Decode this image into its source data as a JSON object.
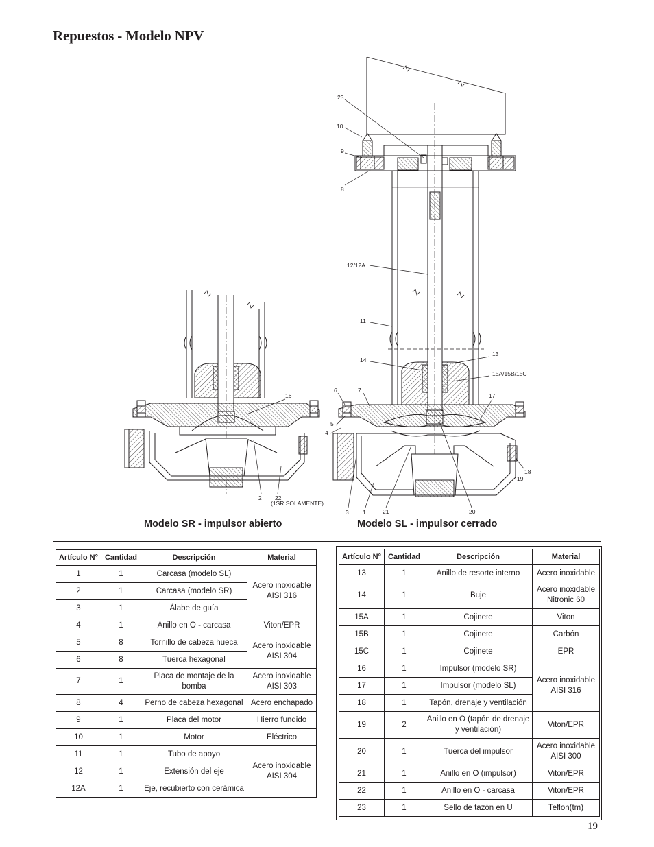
{
  "page": {
    "title": "Repuestos - Modelo NPV",
    "number": "19"
  },
  "captions": {
    "sr": "Modelo SR - impulsor abierto",
    "sl": "Modelo SL - impulsor cerrado"
  },
  "callouts": {
    "c23": "23",
    "c10": "10",
    "c9": "9",
    "c8": "8",
    "c12": "12/12A",
    "c11": "11",
    "c14": "14",
    "c13": "13",
    "c15": "15A/15B/15C",
    "c6": "6",
    "c7": "7",
    "c17": "17",
    "c5": "5",
    "c4": "4",
    "c16": "16",
    "c18": "18",
    "c19": "19",
    "c2": "2",
    "c22": "22",
    "c22note": "(1SR SOLAMENTE)",
    "c3": "3",
    "c1": "1",
    "c21": "21",
    "c20": "20"
  },
  "table_headers": {
    "item": "Artículo N°",
    "qty": "Cantidad",
    "desc": "Descripción",
    "material": "Material"
  },
  "left_table": {
    "rows": [
      {
        "item": "1",
        "qty": "1",
        "desc": "Carcasa (modelo SL)"
      },
      {
        "item": "2",
        "qty": "1",
        "desc": "Carcasa (modelo SR)"
      },
      {
        "item": "3",
        "qty": "1",
        "desc": "Álabe de guía"
      },
      {
        "item": "4",
        "qty": "1",
        "desc": "Anillo en O - carcasa"
      },
      {
        "item": "5",
        "qty": "8",
        "desc": "Tornillo de cabeza hueca"
      },
      {
        "item": "6",
        "qty": "8",
        "desc": "Tuerca hexagonal"
      },
      {
        "item": "7",
        "qty": "1",
        "desc": "Placa de montaje de la bomba"
      },
      {
        "item": "8",
        "qty": "4",
        "desc": "Perno de cabeza hexagonal"
      },
      {
        "item": "9",
        "qty": "1",
        "desc": "Placa del motor"
      },
      {
        "item": "10",
        "qty": "1",
        "desc": "Motor"
      },
      {
        "item": "11",
        "qty": "1",
        "desc": "Tubo de apoyo"
      },
      {
        "item": "12",
        "qty": "1",
        "desc": "Extensión del eje"
      },
      {
        "item": "12A",
        "qty": "1",
        "desc": "Eje, recubierto con cerámica"
      }
    ],
    "materials": {
      "m1": "Acero inoxidable AISI 316",
      "m4": "Viton/EPR",
      "m5": "Acero inoxidable AISI 304",
      "m7": "Acero inoxidable AISI 303",
      "m8": "Acero enchapado",
      "m9": "Hierro fundido",
      "m10": "Eléctrico",
      "m11": "Acero inoxidable AISI 304"
    }
  },
  "right_table": {
    "rows": [
      {
        "item": "13",
        "qty": "1",
        "desc": "Anillo de resorte interno",
        "material": "Acero inoxidable"
      },
      {
        "item": "14",
        "qty": "1",
        "desc": "Buje",
        "material": "Acero inoxidable Nitronic 60"
      },
      {
        "item": "15A",
        "qty": "1",
        "desc": "Cojinete",
        "material": "Viton"
      },
      {
        "item": "15B",
        "qty": "1",
        "desc": "Cojinete",
        "material": "Carbón"
      },
      {
        "item": "15C",
        "qty": "1",
        "desc": "Cojinete",
        "material": "EPR"
      },
      {
        "item": "16",
        "qty": "1",
        "desc": "Impulsor (modelo SR)",
        "material": "Acero inoxidable AISI 316"
      },
      {
        "item": "17",
        "qty": "1",
        "desc": "Impulsor (modelo SL)"
      },
      {
        "item": "18",
        "qty": "1",
        "desc": "Tapón, drenaje y ventilación"
      },
      {
        "item": "19",
        "qty": "2",
        "desc": "Anillo en O (tapón de drenaje y ventilación)",
        "material": "Viton/EPR"
      },
      {
        "item": "20",
        "qty": "1",
        "desc": "Tuerca del impulsor",
        "material": "Acero inoxidable AISI 300"
      },
      {
        "item": "21",
        "qty": "1",
        "desc": "Anillo en O (impulsor)",
        "material": "Viton/EPR"
      },
      {
        "item": "22",
        "qty": "1",
        "desc": "Anillo en O - carcasa",
        "material": "Viton/EPR"
      },
      {
        "item": "23",
        "qty": "1",
        "desc": "Sello de tazón en U",
        "material": "Teflon(tm)"
      }
    ]
  }
}
